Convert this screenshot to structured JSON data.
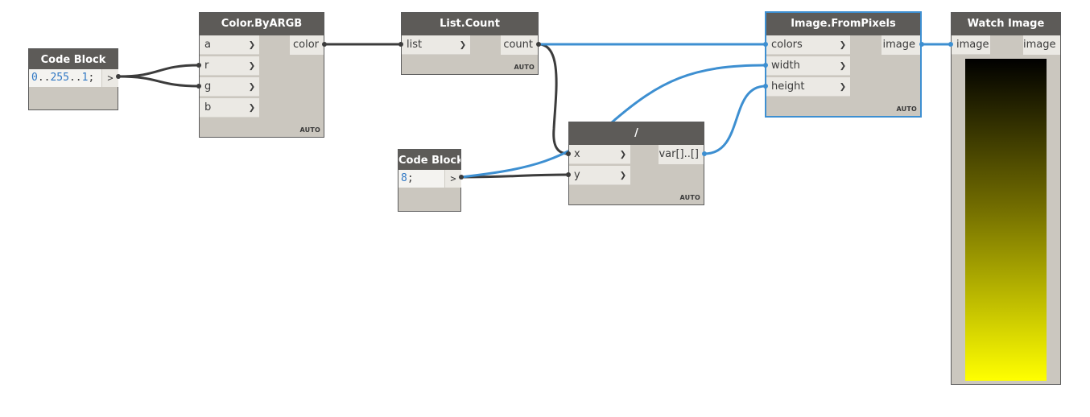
{
  "nodes": {
    "code_block_1": {
      "title": "Code Block",
      "code_parts": [
        {
          "text": "0",
          "kind": "num"
        },
        {
          "text": "..",
          "kind": "op"
        },
        {
          "text": "255",
          "kind": "num"
        },
        {
          "text": "..",
          "kind": "op"
        },
        {
          "text": "1",
          "kind": "num"
        },
        {
          "text": ";",
          "kind": "op"
        }
      ],
      "output": ">"
    },
    "color_byargb": {
      "title": "Color.ByARGB",
      "inputs": [
        "a",
        "r",
        "g",
        "b"
      ],
      "output": "color",
      "lacing": "AUTO"
    },
    "list_count": {
      "title": "List.Count",
      "inputs": [
        "list"
      ],
      "output": "count",
      "lacing": "AUTO"
    },
    "code_block_2": {
      "title": "Code Block",
      "code_parts": [
        {
          "text": "8",
          "kind": "num"
        },
        {
          "text": ";",
          "kind": "op"
        }
      ],
      "output": ">"
    },
    "divide": {
      "title": "/",
      "inputs": [
        "x",
        "y"
      ],
      "output": "var[]..[]",
      "lacing": "AUTO"
    },
    "image_frompixels": {
      "title": "Image.FromPixels",
      "inputs": [
        "colors",
        "width",
        "height"
      ],
      "output": "image",
      "lacing": "AUTO"
    },
    "watch_image": {
      "title": "Watch Image",
      "input": "image",
      "output": "image"
    }
  },
  "colors": {
    "wire_dark": "#3c3c3c",
    "wire_blue": "#3d8fd1",
    "node_body": "#cbc7bf",
    "node_header": "#5d5b58",
    "gradient_top": "#000000",
    "gradient_bottom": "#ffff00"
  },
  "icons": {
    "port_chevron": "chevron-right-icon"
  }
}
